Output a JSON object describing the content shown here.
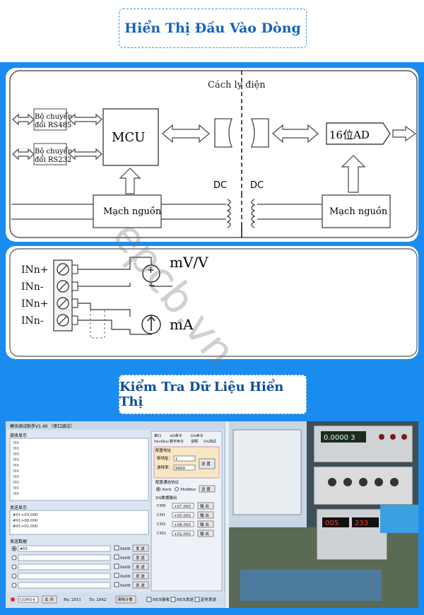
{
  "titles": {
    "top": "Hiển Thị Đầu Vào Dòng",
    "middle": "Kiểm Tra Dữ Liệu Hiển Thị"
  },
  "watermark": "epcb.vn",
  "diagram": {
    "isolation_label": "Cách ly điện",
    "conv1": [
      "Bộ chuyển",
      "đổi RS485"
    ],
    "conv2": [
      "Bộ chuyển",
      "đổi RS232"
    ],
    "mcu": "MCU",
    "ad": "16位AD",
    "dc_left": "DC",
    "dc_right": "DC",
    "power_left": "Mạch nguồn",
    "power_right": "Mạch nguồn"
  },
  "wiring": {
    "terminals": [
      "INn+",
      "INn-",
      "INn+",
      "INn-"
    ],
    "voltage_label": "mV/V",
    "current_label": "mA",
    "plus": "+",
    "minus": "−"
  },
  "software": {
    "window_title": "模块调试助手V1.40 （串口调试）",
    "recv_label": "接收显示",
    "recv_lines": [
      "!01",
      "!01",
      "!01",
      "!01",
      "!01",
      "!01",
      "!01",
      "!01",
      "!01",
      "!01"
    ],
    "send_display_label": "发送显示",
    "send_lines": [
      "#01>05.000",
      "#01>08.000",
      "#01>02.000"
    ],
    "send_data_label": "发送数据",
    "send_first": "#01",
    "send_btn": "发 送",
    "hex_label": "0x0D",
    "tabs": [
      "串口",
      "AD命令",
      "DA命令",
      "ModBus",
      "数字命令",
      "说明",
      "DA测试"
    ],
    "config_label": "配置地址",
    "new_addr_label": "新地址：",
    "new_addr_value": "1",
    "baud_label": "波特率：",
    "baud_value": "9600",
    "set_btn": "设 置",
    "protocol_label": "配置通信协议",
    "ascii_label": "Ascii",
    "modbus_label": "Modbus",
    "da_out_label": "DA数据输出",
    "channels": [
      {
        "ch": "CH0",
        "val": "+07.000"
      },
      {
        "ch": "CH1",
        "val": "+05.000"
      },
      {
        "ch": "CH2",
        "val": "+08.000"
      },
      {
        "ch": "CH3",
        "val": "+02.000"
      }
    ],
    "out_btn": "输 出",
    "port_value": "COM14",
    "close_btn": "关 闭",
    "rx_label": "Rx: 2511",
    "tx_label": "Tx: 2942",
    "clear_btn": "清除计数",
    "hex_recv": "HEX接收",
    "hex_send": "HEX发送",
    "auto_send": "定时发送"
  },
  "bench": {
    "meter_top": "0.0000 3",
    "meter_mid": "",
    "display_left": "005",
    "display_right": "233"
  }
}
